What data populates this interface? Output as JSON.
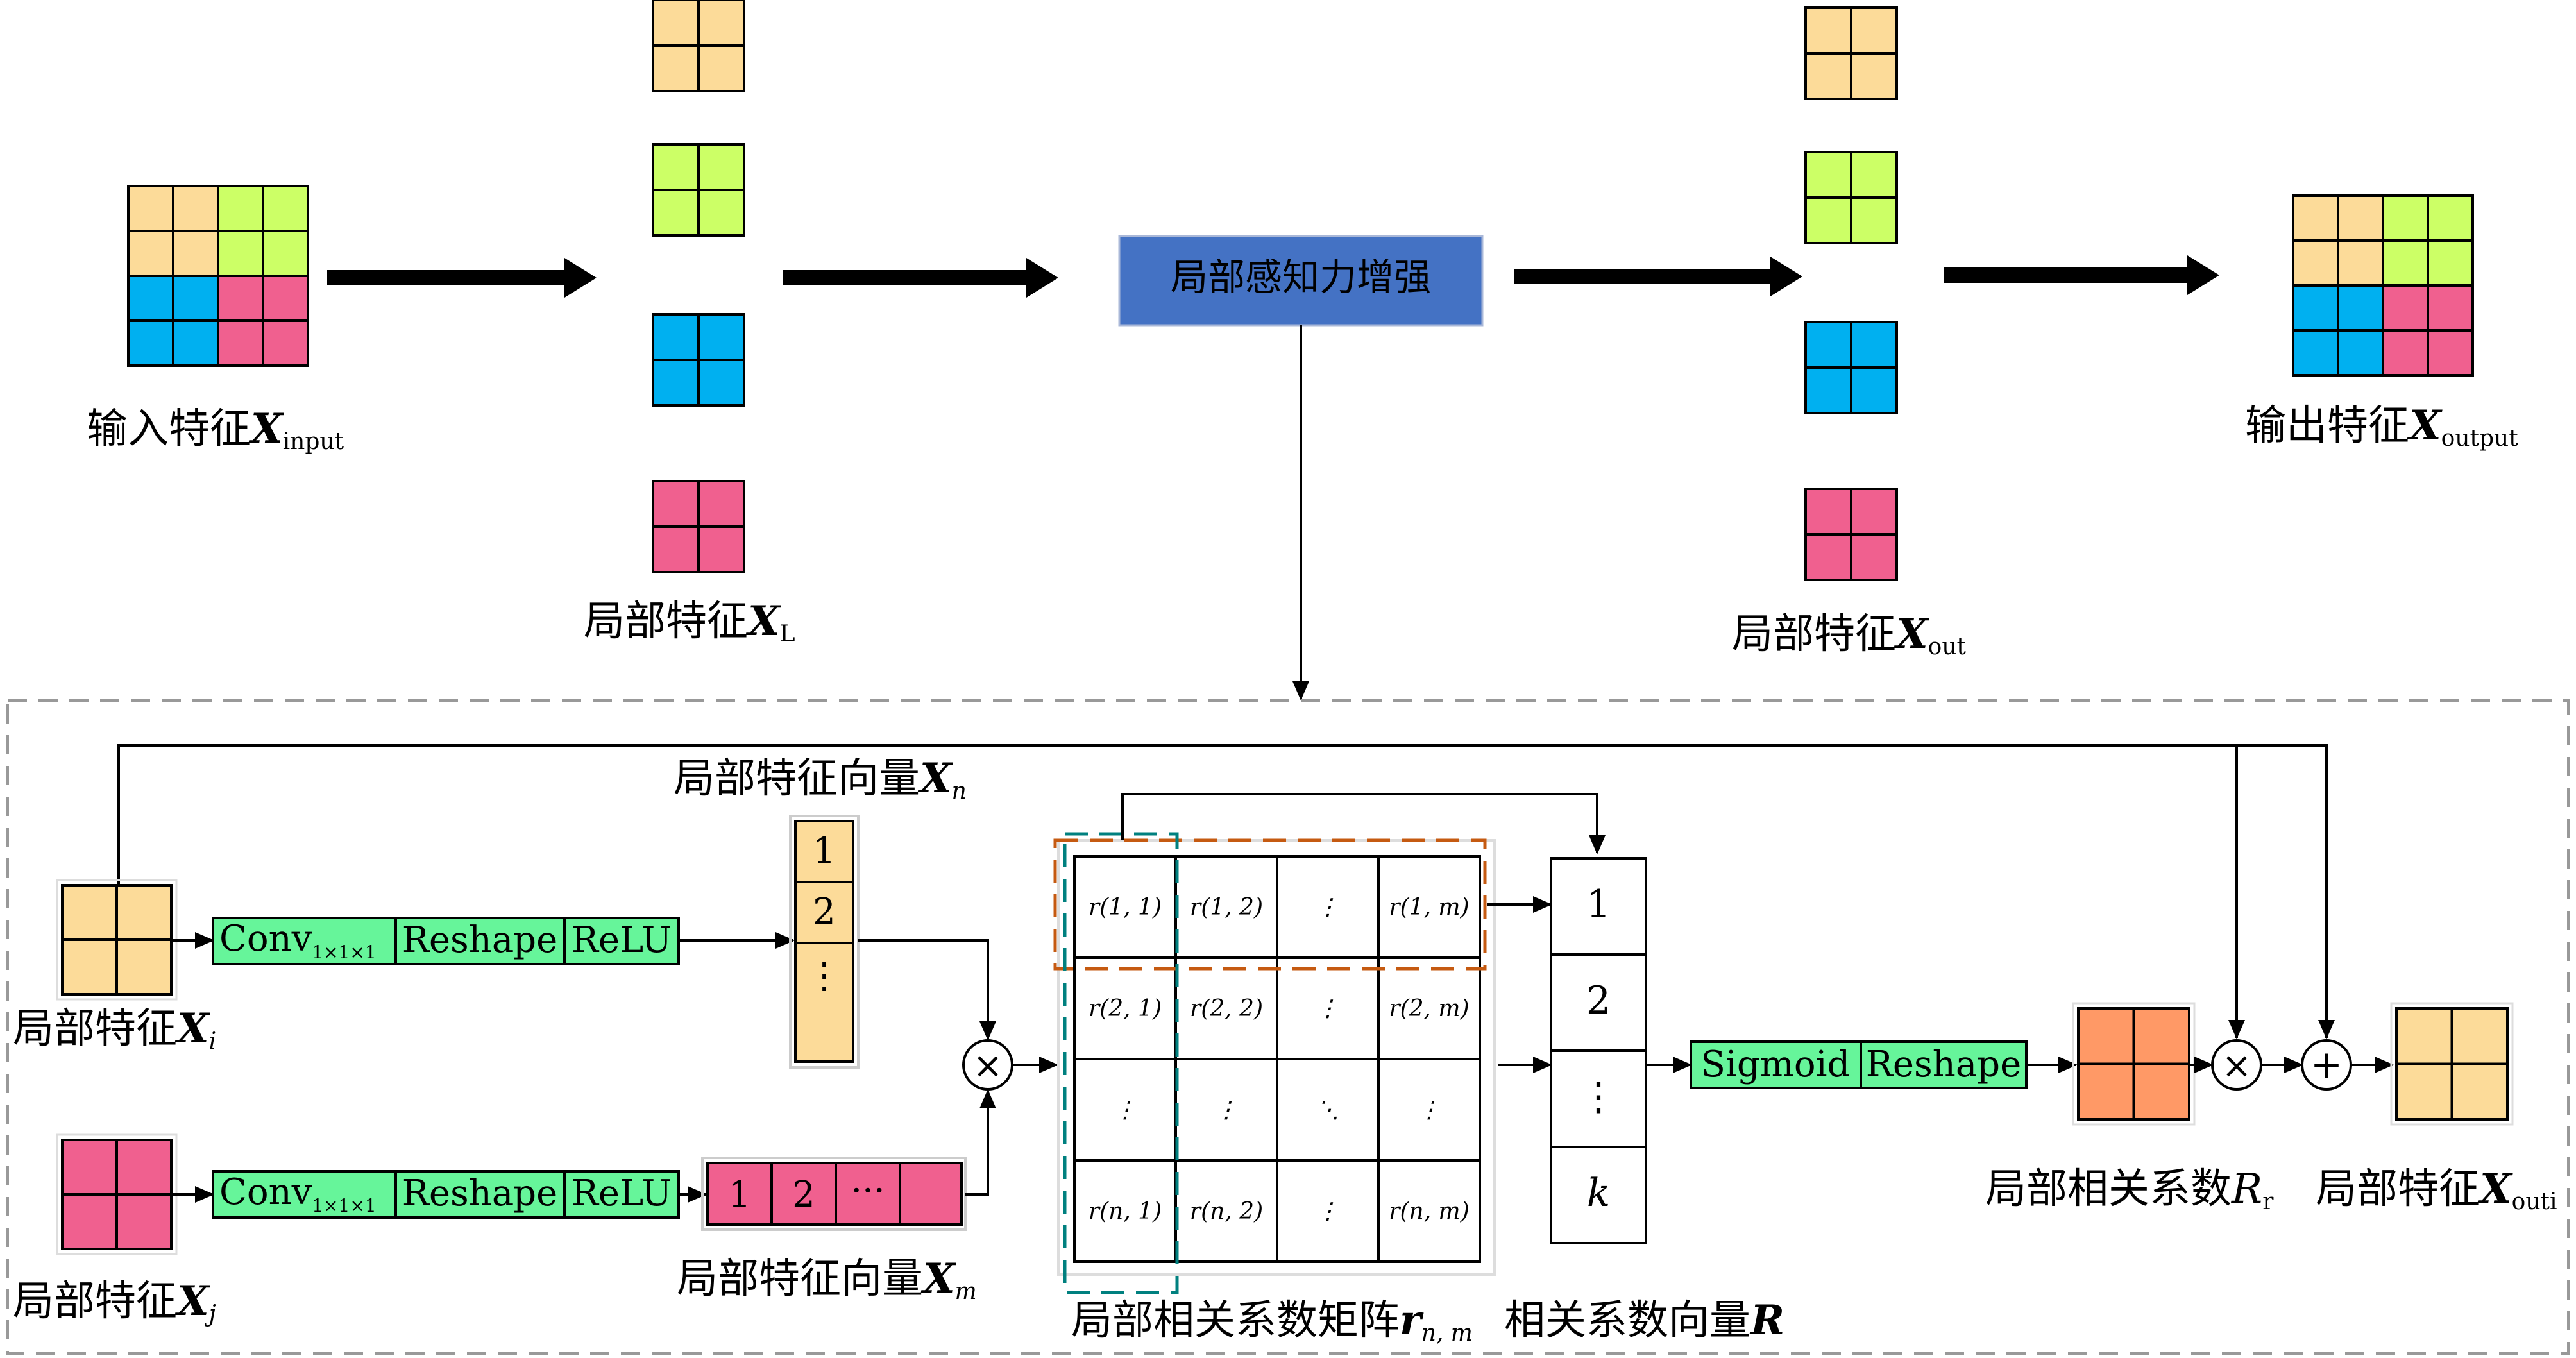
{
  "colors": {
    "yellow": "#FCDB99",
    "green": "#CCFF66",
    "blue": "#00B0F0",
    "pink": "#F0608F",
    "module_blue": "#4472C4",
    "op_green": "#66F59A",
    "orange": "#FF9966",
    "dash_gray": "#999999",
    "dash_orange": "#C55A11",
    "dash_teal": "#00807F"
  },
  "top": {
    "input_label": "输入特征",
    "input_sym": "X",
    "input_sub": "input",
    "local_in_label": "局部特征",
    "local_in_sym": "X",
    "local_in_sub": "L",
    "module_label": "局部感知力增强",
    "local_out_label": "局部特征",
    "local_out_sym": "X",
    "local_out_sub": "out",
    "output_label": "输出特征",
    "output_sym": "X",
    "output_sub": "output"
  },
  "detail": {
    "xi_label": "局部特征",
    "xi_sym": "X",
    "xi_sub": "i",
    "xj_label": "局部特征",
    "xj_sym": "X",
    "xj_sub": "j",
    "ops": {
      "conv": "Conv",
      "conv_sub": "1×1×1",
      "reshape": "Reshape",
      "relu": "ReLU",
      "sigmoid": "Sigmoid"
    },
    "vec_n_label": "局部特征向量",
    "vec_n_sym": "X",
    "vec_n_sub": "n",
    "vec_n_cells": [
      "1",
      "2",
      "⋮"
    ],
    "vec_m_label": "局部特征向量",
    "vec_m_sym": "X",
    "vec_m_sub": "m",
    "vec_m_cells": [
      "1",
      "2",
      "···",
      ""
    ],
    "times": "×",
    "plus": "+",
    "matrix_label": "局部相关系数矩阵",
    "matrix_sym": "r",
    "matrix_sub": "n, m",
    "matrix_cells": [
      [
        "r(1, 1)",
        "r(1, 2)",
        "⋮",
        "r(1, m)"
      ],
      [
        "r(2, 1)",
        "r(2, 2)",
        "⋮",
        "r(2, m)"
      ],
      [
        "⋮",
        "⋮",
        "⋱",
        "⋮"
      ],
      [
        "r(n, 1)",
        "r(n, 2)",
        "⋮",
        "r(n, m)"
      ]
    ],
    "rvec_label": "相关系数向量",
    "rvec_sym": "R",
    "rvec_cells": [
      "1",
      "2",
      "⋮",
      "k"
    ],
    "rr_label": "局部相关系数",
    "rr_sym": "R",
    "rr_sub": "r",
    "xouti_label": "局部特征",
    "xouti_sym": "X",
    "xouti_sub": "outi"
  }
}
